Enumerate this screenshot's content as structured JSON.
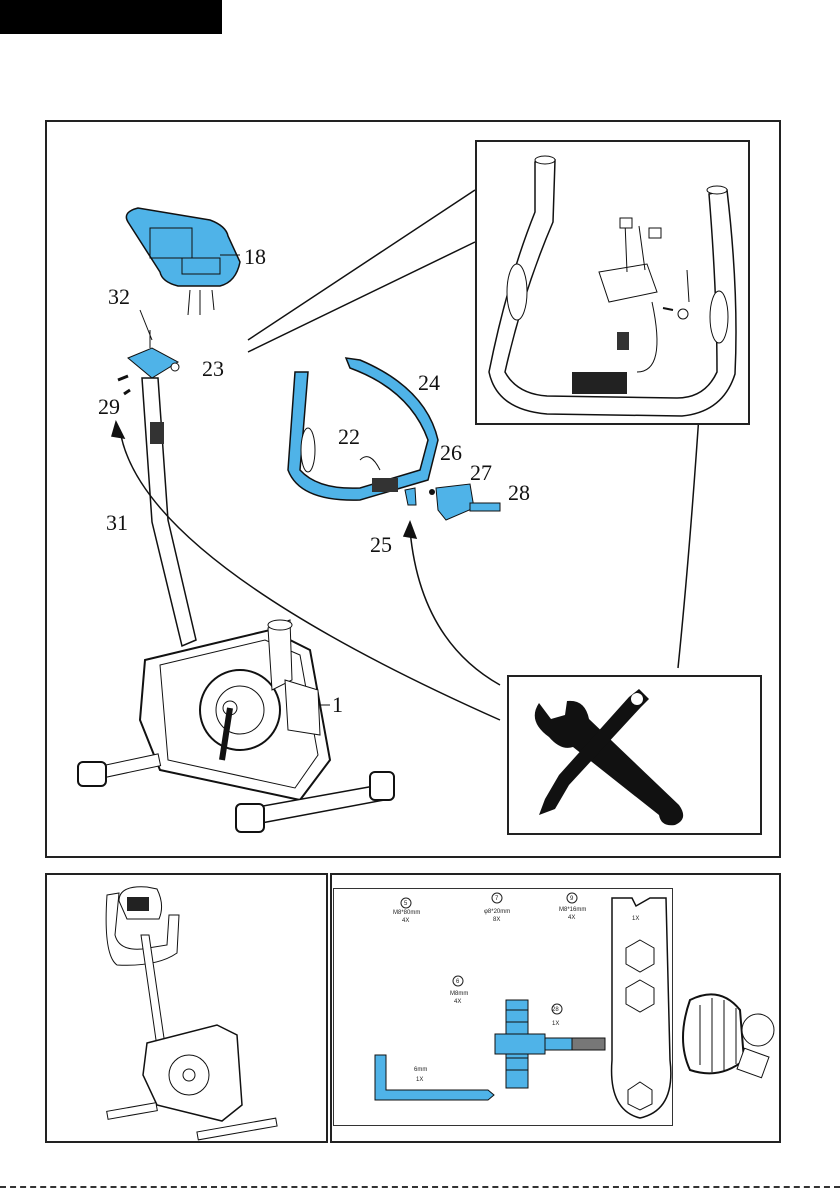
{
  "parts": {
    "p18": "18",
    "p32": "32",
    "p23": "23",
    "p29": "29",
    "p31": "31",
    "p24": "24",
    "p22": "22",
    "p26": "26",
    "p27": "27",
    "p28": "28",
    "p25": "25",
    "p1": "1"
  },
  "hardware": {
    "h5_num": "5",
    "h5_spec": "M8*80mm",
    "h5_qty": "4X",
    "h7_num": "7",
    "h7_spec": "φ8*20mm",
    "h7_qty": "8X",
    "h9_num": "9",
    "h9_spec": "M8*16mm",
    "h9_qty": "4X",
    "h6_num": "6",
    "h6_spec": "M8mm",
    "h6_qty": "4X",
    "h28_num": "28",
    "h28_qty": "1X",
    "allen_spec": "6mm",
    "allen_qty": "1X",
    "wrench_qty": "1X"
  },
  "colors": {
    "accent": "#4fb3e8",
    "line": "#111111"
  }
}
